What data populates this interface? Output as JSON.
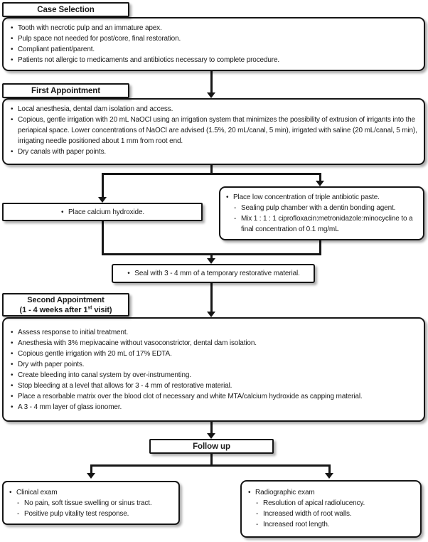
{
  "colors": {
    "line": "#161616",
    "box_background": "#ffffff",
    "text": "#1c1c1c",
    "shadow": "rgba(0,0,0,0.32)"
  },
  "flowchart": {
    "case_selection": {
      "title": "Case Selection",
      "bullets": [
        "Tooth with necrotic pulp and an immature apex.",
        "Pulp space not needed for post/core, final restoration.",
        "Compliant patient/parent.",
        "Patients not allergic to medicaments and antibiotics necessary to complete procedure."
      ]
    },
    "first_appointment": {
      "title": "First Appointment",
      "bullets": [
        "Local anesthesia, dental dam isolation and access.",
        "Copious, gentle irrigation with 20 mL NaOCl using an irrigation system that minimizes the possibility of extrusion of irrigants into the periapical space. Lower concentrations of NaOCl are advised (1.5%, 20 mL/canal, 5 min), irrigated with saline (20 mL/canal, 5 min), irrigating needle positioned about 1 mm from root end.",
        "Dry canals with paper points."
      ]
    },
    "branch": {
      "calcium": {
        "bullet": "Place calcium hydroxide."
      },
      "antibiotic": {
        "bullet": "Place low concentration of triple antibiotic paste.",
        "sub_items": [
          "Sealing pulp chamber with a dentin bonding agent.",
          "Mix 1 : 1 : 1 ciprofloxacin:metronidazole:minocycline to a final concentration of 0.1 mg/mL"
        ]
      }
    },
    "seal": {
      "bullet": "Seal with 3 - 4 mm of a temporary restorative material."
    },
    "second_appointment": {
      "title_line1": "Second Appointment",
      "title_line2_prefix": "(1 - 4 weeks after 1",
      "title_line2_sup": "st",
      "title_line2_suffix": " visit)",
      "bullets": [
        "Assess response to initial treatment.",
        "Anesthesia with 3% mepivacaine without vasoconstrictor, dental dam isolation.",
        "Copious gentle irrigation with 20 mL of 17% EDTA.",
        "Dry with paper points.",
        "Create bleeding into canal system by over-instrumenting.",
        "Stop bleeding at a level that allows for 3 - 4 mm of restorative material.",
        "Place a resorbable matrix over the blood clot of necessary and white MTA/calcium hydroxide as capping material.",
        "A 3 - 4 mm layer of glass ionomer."
      ]
    },
    "follow_up": {
      "title": "Follow up"
    },
    "outcomes": {
      "clinical": {
        "bullet": "Clinical exam",
        "sub_items": [
          "No pain, soft tissue swelling or sinus tract.",
          "Positive pulp vitality test response."
        ]
      },
      "radiographic": {
        "bullet": "Radiographic exam",
        "sub_items": [
          "Resolution of apical radiolucency.",
          "Increased width of root walls.",
          "Increased root length."
        ]
      }
    }
  }
}
